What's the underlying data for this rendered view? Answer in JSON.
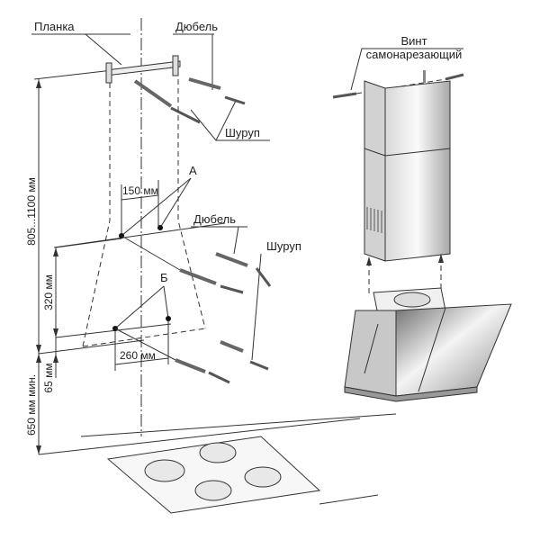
{
  "labels": {
    "bracket": "Планка",
    "dowel_top": "Дюбель",
    "screw_top": "Шуруп",
    "point_a": "А",
    "dim_150": "150 мм",
    "dowel_mid": "Дюбель",
    "screw_mid": "Шуруп",
    "point_b": "Б",
    "dim_260": "260 мм",
    "dim_805_1100": "805...1100 мм",
    "dim_320": "320 мм",
    "dim_650": "650 мм мин.",
    "dim_65": "65 мм",
    "self_tapping_screw_line1": "Винт",
    "self_tapping_screw_line2": "самонарезающий"
  },
  "colors": {
    "line": "#333333",
    "steel_light": "#f2f2f2",
    "steel_dark": "#9a9a9a"
  }
}
